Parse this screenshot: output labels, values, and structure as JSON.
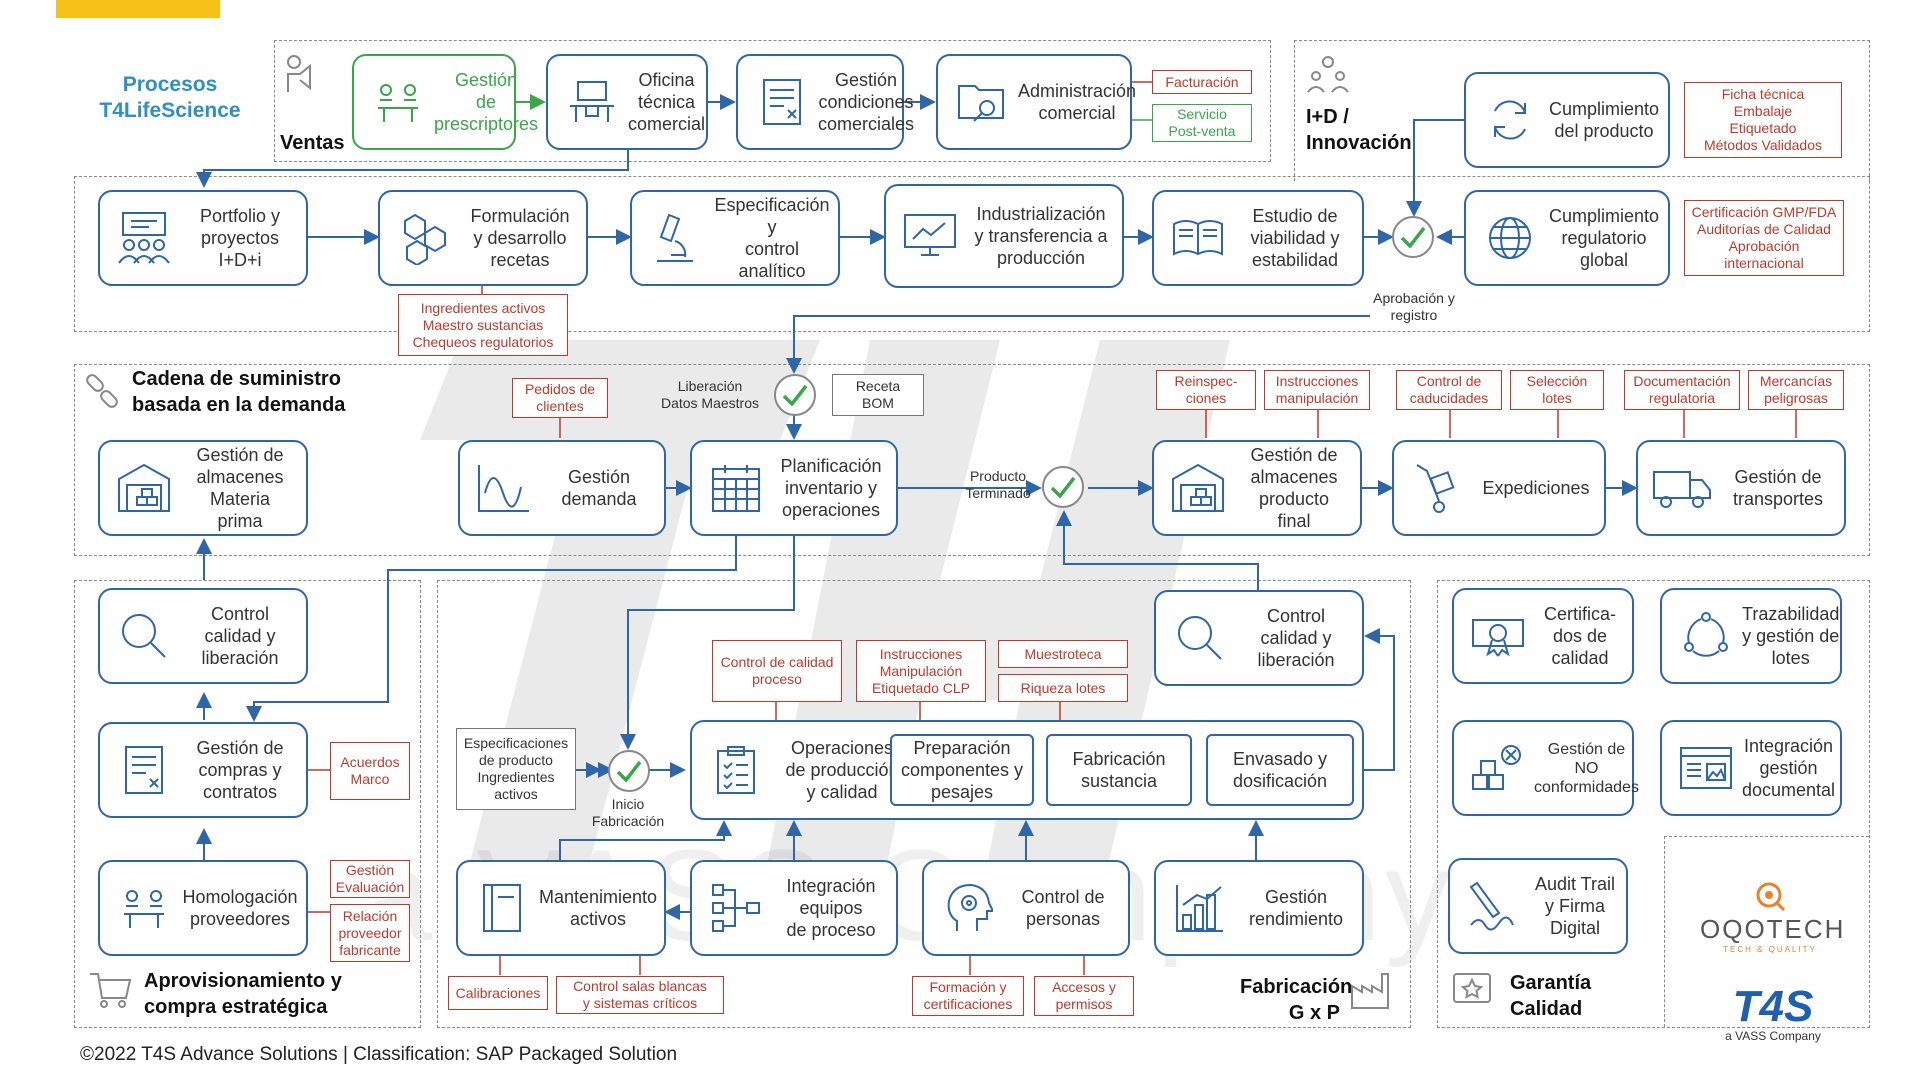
{
  "title": "Procesos\nT4LifeScience",
  "sections": {
    "ventas": "Ventas",
    "id": "I+D /\nInnovación",
    "supply": "Cadena de suministro\nbasada en la demanda",
    "aprov": "Aprovisionamiento y\ncompra estratégica",
    "fabricacion": "Fabricación\nG x P",
    "garantia": "Garantía\nCalidad"
  },
  "boxes": {
    "gestion_prescriptores": "Gestión\nde\nprescriptores",
    "oficina_tecnica": "Oficina\ntécnica\ncomercial",
    "gestion_condiciones": "Gestión\ncondiciones\ncomerciales",
    "administracion": "Administración\ncomercial",
    "cumplimiento_producto": "Cumplimiento\ndel producto",
    "cumplimiento_regulatorio": "Cumplimiento\nregulatorio\nglobal",
    "portfolio": "Portfolio y\nproyectos\nI+D+i",
    "formulacion": "Formulación\ny desarrollo\nrecetas",
    "especificacion": "Especificación y\ncontrol analítico",
    "industrializacion": "Industrialización\ny transferencia a\nproducción",
    "estudio": "Estudio de\nviabilidad y\nestabilidad",
    "almacenes_mp": "Gestión de\nalmacenes\nMateria\nprima",
    "gestion_demanda": "Gestión\ndemanda",
    "planificacion": "Planificación\ninventario y\noperaciones",
    "almacenes_pf": "Gestión de\nalmacenes\nproducto\nfinal",
    "expediciones": "Expediciones",
    "transportes": "Gestión de\ntransportes",
    "control_calidad_aprov": "Control\ncalidad y\nliberación",
    "compras": "Gestión de\ncompras y\ncontratos",
    "homologacion": "Homologación\nproveedores",
    "control_calidad_fab": "Control\ncalidad y\nliberación",
    "operaciones": "Operaciones\nde producción\ny calidad",
    "preparacion": "Preparación\ncomponentes y\npesajes",
    "fabricacion_sustancia": "Fabricación\nsustancia",
    "envasado": "Envasado y\ndosificación",
    "mantenimiento": "Mantenimiento\nactivos",
    "integracion_equipos": "Integración\nequipos\nde proceso",
    "control_personas": "Control de\npersonas",
    "gestion_rendimiento": "Gestión\nrendimiento",
    "certificados": "Certifica-\ndos de\ncalidad",
    "trazabilidad": "Trazabilidad\ny gestión de\nlotes",
    "no_conformidades": "Gestión de\nNO\nconformidades",
    "integracion_documental": "Integración\ngestión\ndocumental",
    "audit_trail": "Audit Trail\ny Firma\nDigital"
  },
  "notes": {
    "facturacion": "Facturación",
    "servicio": "Servicio\nPost-venta",
    "ficha": "Ficha técnica\nEmbalaje\nEtiquetado\nMétodos Validados",
    "certificacion": "Certificación GMP/FDA\nAuditorías de Calidad\nAprobación\ninternacional",
    "ingredientes": "Ingredientes activos\nMaestro sustancias\nChequeos regulatorios",
    "pedidos": "Pedidos de\nclientes",
    "reinspecciones": "Reinspec-\nciones",
    "instrucciones_manip": "Instrucciones\nmanipulación",
    "control_caducidades": "Control de\ncaducidades",
    "seleccion_lotes": "Selección\nlotes",
    "documentacion": "Documentación\nregulatoria",
    "mercancias": "Mercancías\npeligrosas",
    "acuerdos": "Acuerdos\nMarco",
    "gestion_evaluacion": "Gestión\nEvaluación",
    "relacion_proveedor": "Relación\nproveedor\nfabricante",
    "control_calidad_proceso": "Control de calidad\nproceso",
    "instrucciones_clp": "Instrucciones\nManipulación\nEtiquetado CLP",
    "muestroteca": "Muestroteca",
    "riqueza": "Riqueza lotes",
    "calibraciones": "Calibraciones",
    "control_salas": "Control salas blancas\ny sistemas críticos",
    "formacion": "Formación y\ncertificaciones",
    "accesos": "Accesos y\npermisos"
  },
  "docs": {
    "receta": "Receta\nBOM",
    "especificaciones": "Especificaciones\nde producto\nIngredientes\nactivos"
  },
  "captions": {
    "aprobacion": "Aprobación y\nregistro",
    "liberacion": "Liberación\nDatos Maestros",
    "producto_terminado": "Producto\nTerminado",
    "inicio": "Inicio\nFabricación"
  },
  "footer": {
    "brand": "©2022 T4S Advance Solutions",
    "sep": " | ",
    "classification": "Classification: SAP Packaged Solution"
  },
  "logos": {
    "oqotech": "OQOTECH",
    "oqotech_tag": "TECH & QUALITY",
    "t4s": "T4S",
    "vass": "a VASS Company"
  },
  "watermark": "a VASS Company",
  "colors": {
    "box_border": "#2f66a8",
    "green": "#3aa64a",
    "red_note": "#c0392b",
    "title_blue": "#2f8fc4",
    "accent_yellow": "#f6c21a"
  }
}
